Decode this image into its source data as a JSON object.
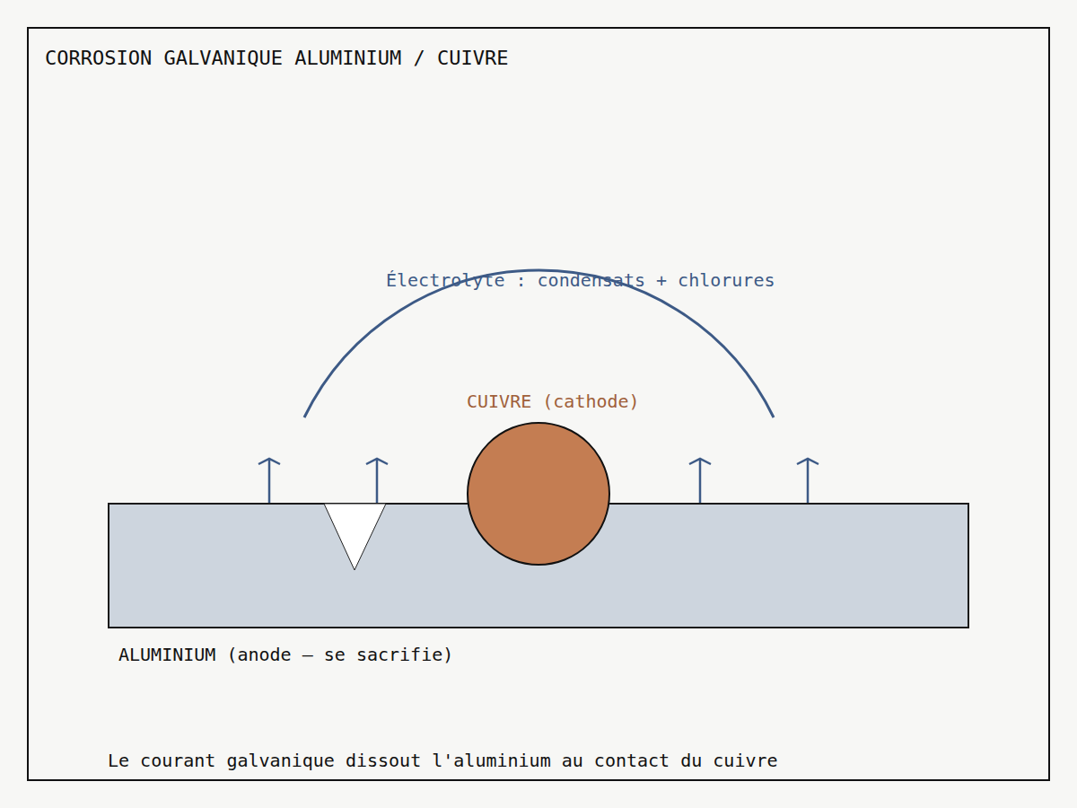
{
  "diagram": {
    "title": "CORROSION GALVANIQUE ALUMINIUM / CUIVRE",
    "caption": "Le courant galvanique dissout l'aluminium au contact du cuivre",
    "nodes": [
      {
        "text": [
          "ALUMINIUM (anode — se sacrifie)"
        ]
      },
      {
        "text": [
          "CUIVRE (cathode)"
        ]
      }
    ],
    "labels": [
      "Électrolyte : condensats + chlorures"
    ]
  }
}
